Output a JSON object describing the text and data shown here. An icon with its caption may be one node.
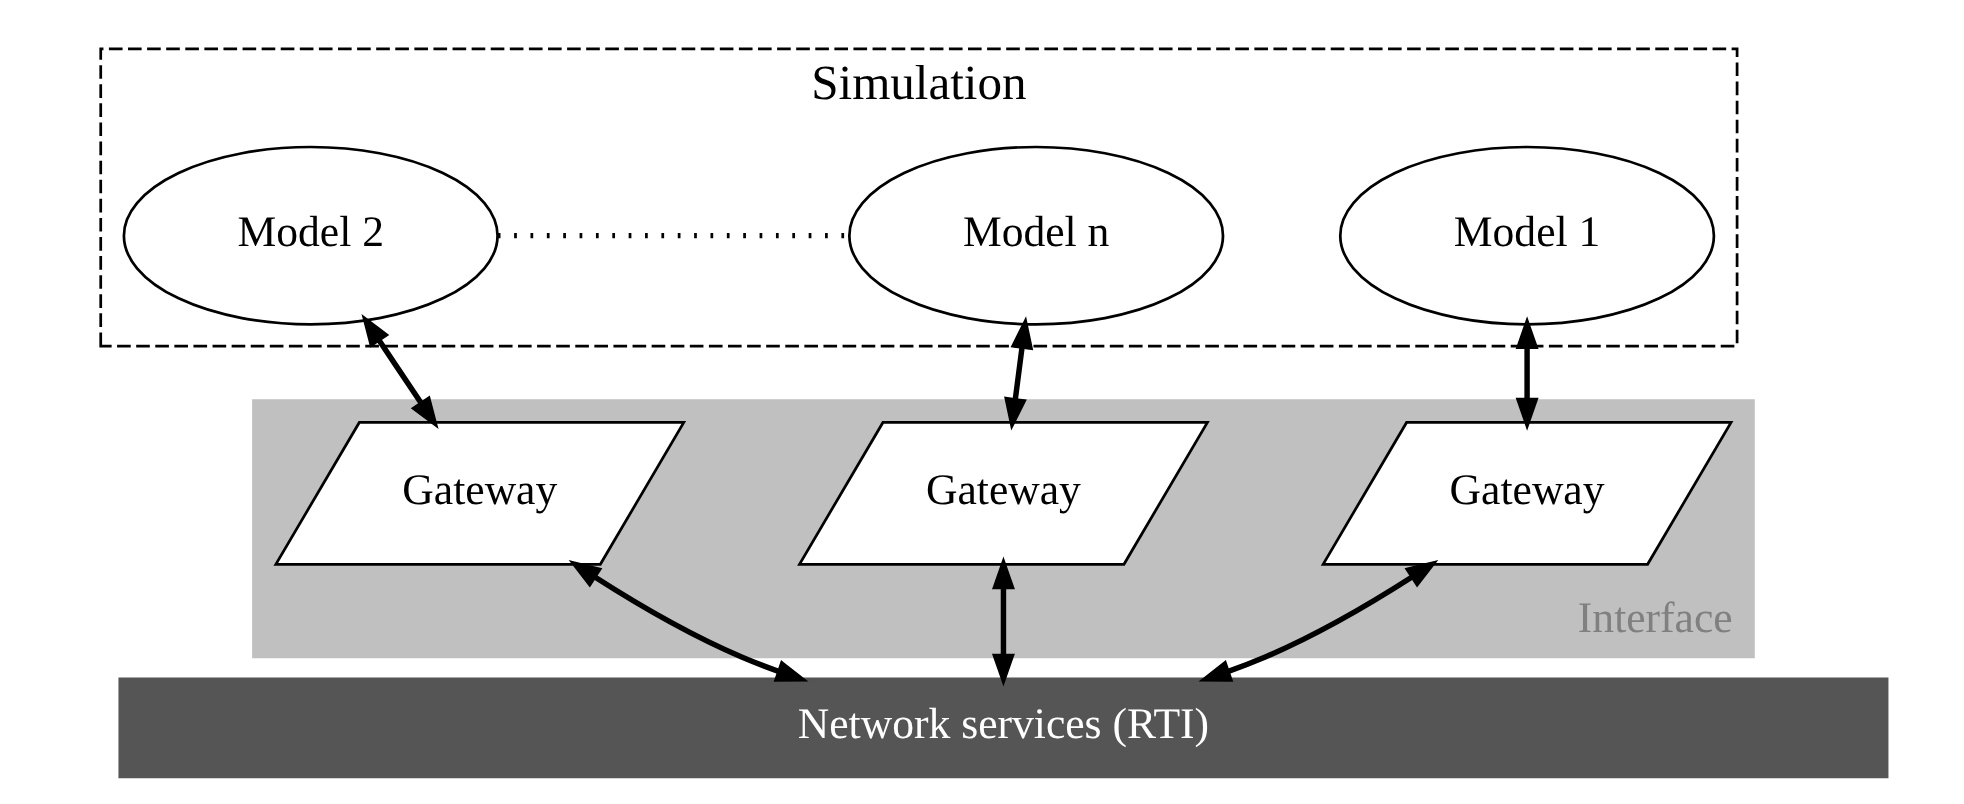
{
  "diagram": {
    "nodes": [
      {
        "text": [
          "Simulation"
        ]
      },
      {
        "text": [
          "Interface"
        ]
      },
      {
        "text": [
          "Model 1"
        ],
        "in": 0
      },
      {
        "text": [
          "Model 2"
        ],
        "in": 0
      },
      {
        "text": [
          "Model n"
        ],
        "in": 0
      },
      {
        "text": [
          "Gateway"
        ],
        "in": 1
      },
      {
        "text": [
          "Gateway"
        ],
        "in": 1
      },
      {
        "text": [
          "Gateway"
        ],
        "in": 1
      },
      {
        "text": [
          "Network services (RTI)"
        ]
      }
    ],
    "edges": [
      {
        "from": 3,
        "to": 4,
        "arrow": "none",
        "style": "dashed"
      },
      {
        "from": 2,
        "to": 5,
        "arrow": "both"
      },
      {
        "from": 3,
        "to": 6,
        "arrow": "both"
      },
      {
        "from": 4,
        "to": 7,
        "arrow": "both"
      },
      {
        "from": 5,
        "to": 8,
        "arrow": "both"
      },
      {
        "from": 6,
        "to": 8,
        "arrow": "both"
      },
      {
        "from": 7,
        "to": 8,
        "arrow": "both"
      }
    ]
  }
}
